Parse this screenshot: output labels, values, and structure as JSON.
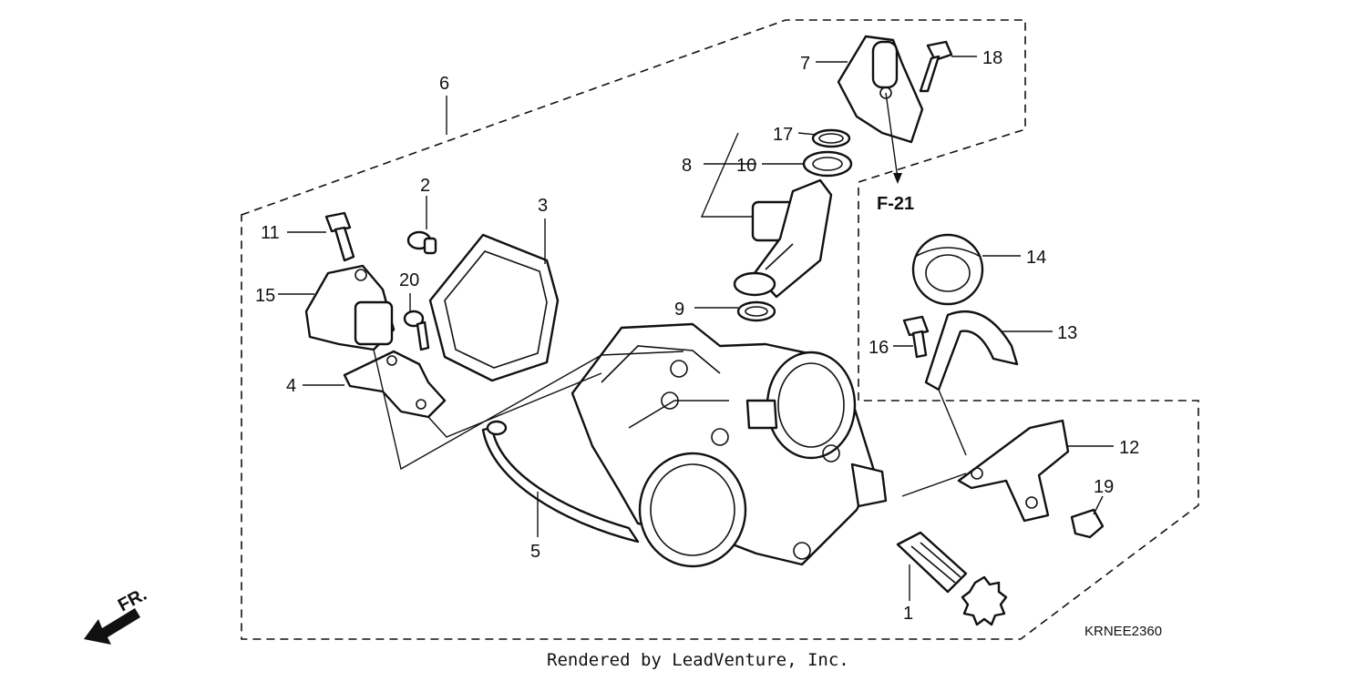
{
  "diagram": {
    "callouts": {
      "c1": "1",
      "c2": "2",
      "c3": "3",
      "c4": "4",
      "c5": "5",
      "c6": "6",
      "c7": "7",
      "c8": "8",
      "c9": "9",
      "c10": "10",
      "c11": "11",
      "c12": "12",
      "c13": "13",
      "c14": "14",
      "c15": "15",
      "c16": "16",
      "c17": "17",
      "c18": "18",
      "c19": "19",
      "c20": "20"
    },
    "reference": "F-21",
    "direction_label": "FR.",
    "diagram_code": "KRNEE2360",
    "credit": "Rendered by LeadVenture, Inc."
  }
}
